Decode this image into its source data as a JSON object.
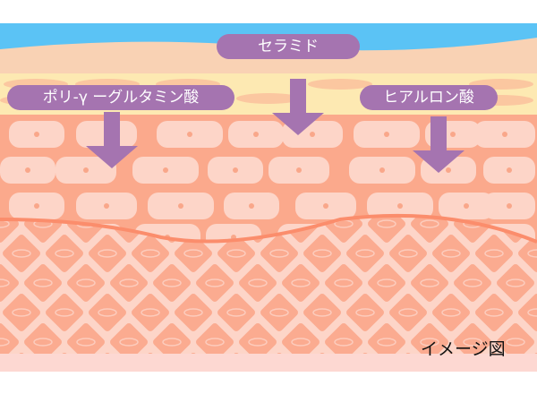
{
  "labels": {
    "ceramide": "セラミド",
    "pga": "ポリ-γ ーグルタミン酸",
    "hyaluronic": "ヒアルロン酸"
  },
  "caption": "イメージ図",
  "colors": {
    "sky": "#5bc3f5",
    "horny": "#f9d2b4",
    "granular": "#fde9b2",
    "granular_spot": "#fbc7a0",
    "epidermis": "#fba98c",
    "cell": "#fdd5c8",
    "nucleus": "#f9a78a",
    "wave": "#fb8d6c",
    "dermis_gap": "#fdd5c8",
    "diamond": "#fbab90",
    "bottom": "#fdd8d2",
    "accent": "#a574b0"
  }
}
